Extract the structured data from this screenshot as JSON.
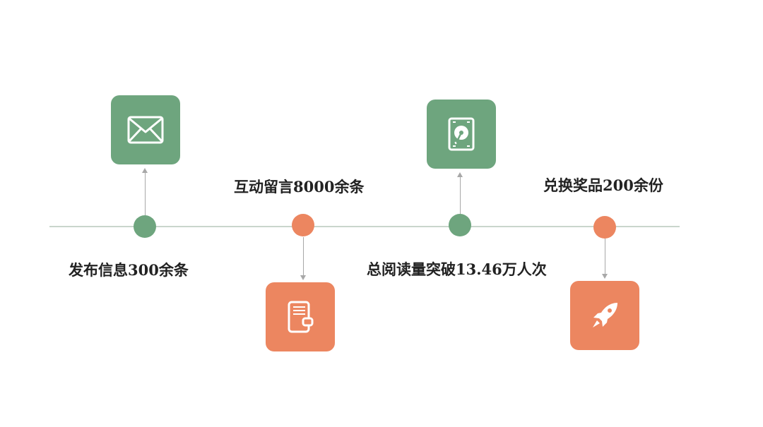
{
  "colors": {
    "green": "#6ea57e",
    "orange": "#ec8660",
    "line": "#c9d6cc",
    "connector": "#a8a8a8",
    "text": "#222222"
  },
  "milestones": [
    {
      "label": "发布信息300余条",
      "icon": "envelope-icon",
      "color": "green",
      "position": "above"
    },
    {
      "label": "互动留言8000余条",
      "icon": "notebook-icon",
      "color": "orange",
      "position": "below"
    },
    {
      "label": "总阅读量突破13.46万人次",
      "icon": "disk-drive-icon",
      "color": "green",
      "position": "above"
    },
    {
      "label": "兑换奖品200余份",
      "icon": "rocket-icon",
      "color": "orange",
      "position": "below"
    }
  ]
}
